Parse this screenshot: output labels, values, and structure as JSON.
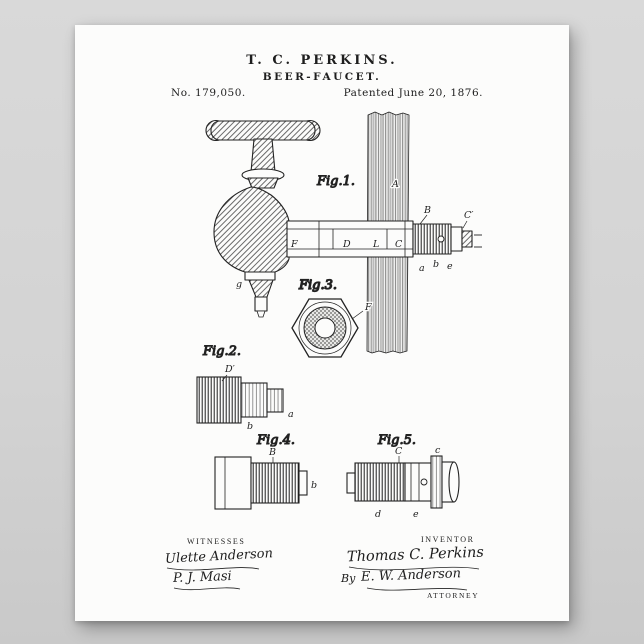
{
  "poster": {
    "header": {
      "inventor_title": "T. C. PERKINS.",
      "subtitle": "BEER-FAUCET.",
      "patent_number": "No. 179,050.",
      "patent_date": "Patented June 20, 1876."
    },
    "figures": {
      "fig1": {
        "label": "Fig.1.",
        "parts": {
          "A": "A",
          "B": "B",
          "Cp": "C′",
          "F": "F",
          "D": "D",
          "L": "L",
          "C": "C",
          "a": "a",
          "b": "b",
          "e": "e",
          "g": "g"
        }
      },
      "fig2": {
        "label": "Fig.2.",
        "parts": {
          "Dp": "D′",
          "a": "a",
          "b": "b"
        }
      },
      "fig3": {
        "label": "Fig.3.",
        "parts": {
          "F": "F"
        }
      },
      "fig4": {
        "label": "Fig.4.",
        "parts": {
          "B": "B",
          "b": "b"
        }
      },
      "fig5": {
        "label": "Fig.5.",
        "parts": {
          "C": "C",
          "c": "c",
          "d": "d",
          "e": "e"
        }
      }
    },
    "footer": {
      "witnesses_label": "WITNESSES",
      "witness1": "Ulette Anderson",
      "witness2": "P. J. Masi",
      "inventor_label": "INVENTOR",
      "inventor_signature": "Thomas C. Perkins",
      "by_label": "By",
      "attorney_signature": "E. W. Anderson",
      "attorney_label": "ATTORNEY"
    },
    "colors": {
      "ink": "#1e1e1e",
      "paper": "#fcfcfb",
      "background": "#d3d3d3"
    }
  }
}
